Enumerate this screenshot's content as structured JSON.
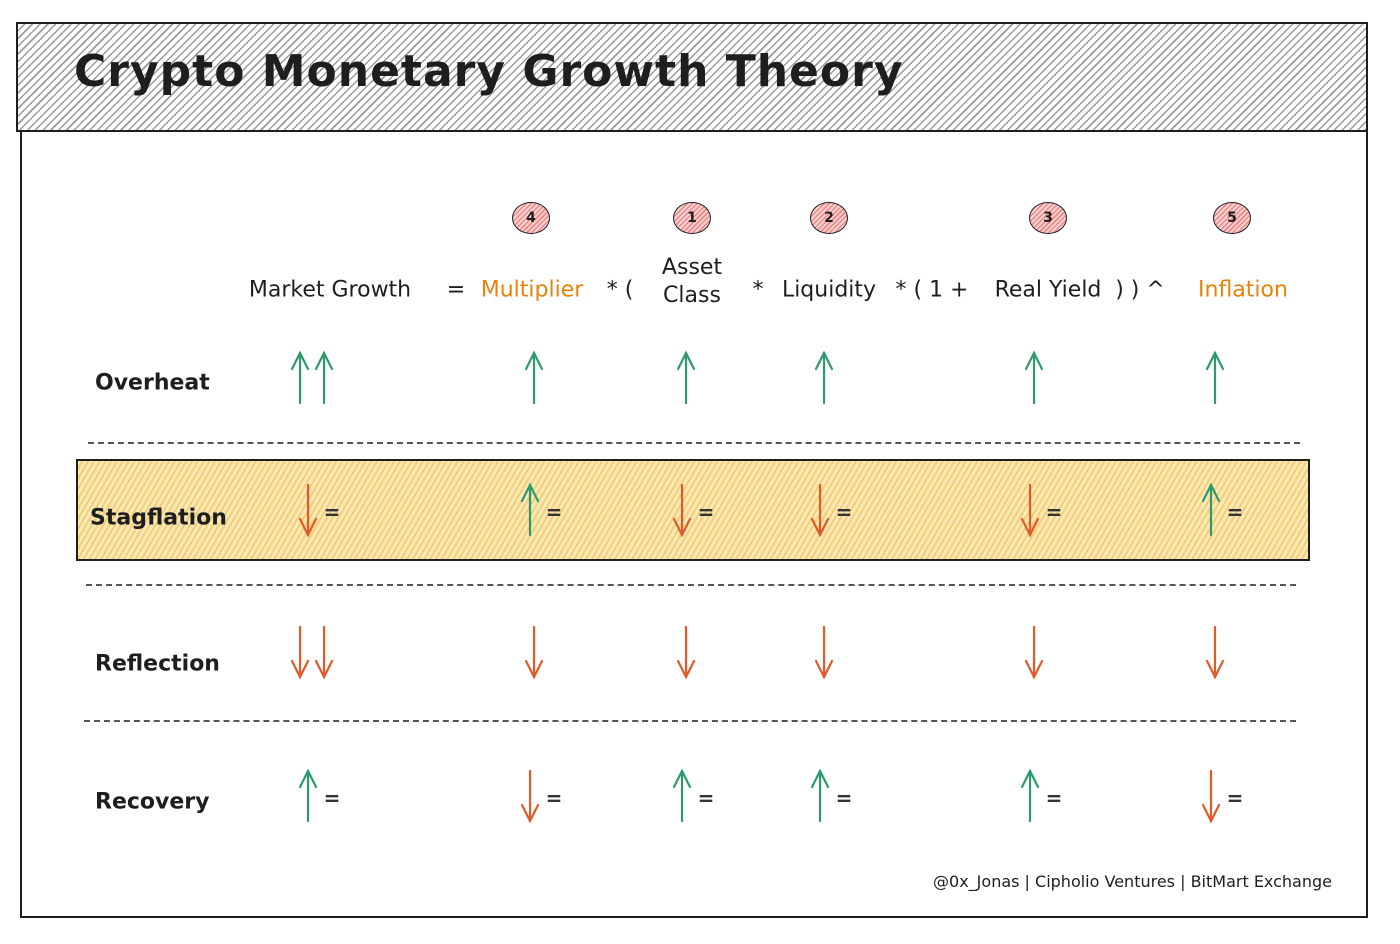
{
  "title": "Crypto Monetary Growth Theory",
  "colors": {
    "up": "#2e9a6a",
    "down": "#e05a2a",
    "accent": "#e8820c",
    "highlight": "#f2cf74",
    "badge": "#e68a8a"
  },
  "formula": {
    "market_growth": "Market Growth",
    "eq": "=",
    "multiplier": "Multiplier",
    "mul1": "* (",
    "asset_line1": "Asset",
    "asset_line2": "Class",
    "mul2": "*",
    "liquidity": "Liquidity",
    "mul3": "* ( 1 +",
    "real_yield": "Real Yield",
    "close": ") ) ^",
    "inflation": "Inflation"
  },
  "badges": [
    "4",
    "1",
    "2",
    "3",
    "5"
  ],
  "states": [
    "Overheat",
    "Stagflation",
    "Reflection",
    "Recovery"
  ],
  "eq_sign": "=",
  "matrix": [
    [
      "double-up",
      "up",
      "up",
      "up",
      "up",
      "up"
    ],
    [
      "down=",
      "up=",
      "down=",
      "down=",
      "down=",
      "up="
    ],
    [
      "double-down",
      "down",
      "down",
      "down",
      "down",
      "down"
    ],
    [
      "up=",
      "down=",
      "up=",
      "up=",
      "up=",
      "down="
    ]
  ],
  "credit": "@0x_Jonas | Cipholio Ventures | BitMart Exchange"
}
